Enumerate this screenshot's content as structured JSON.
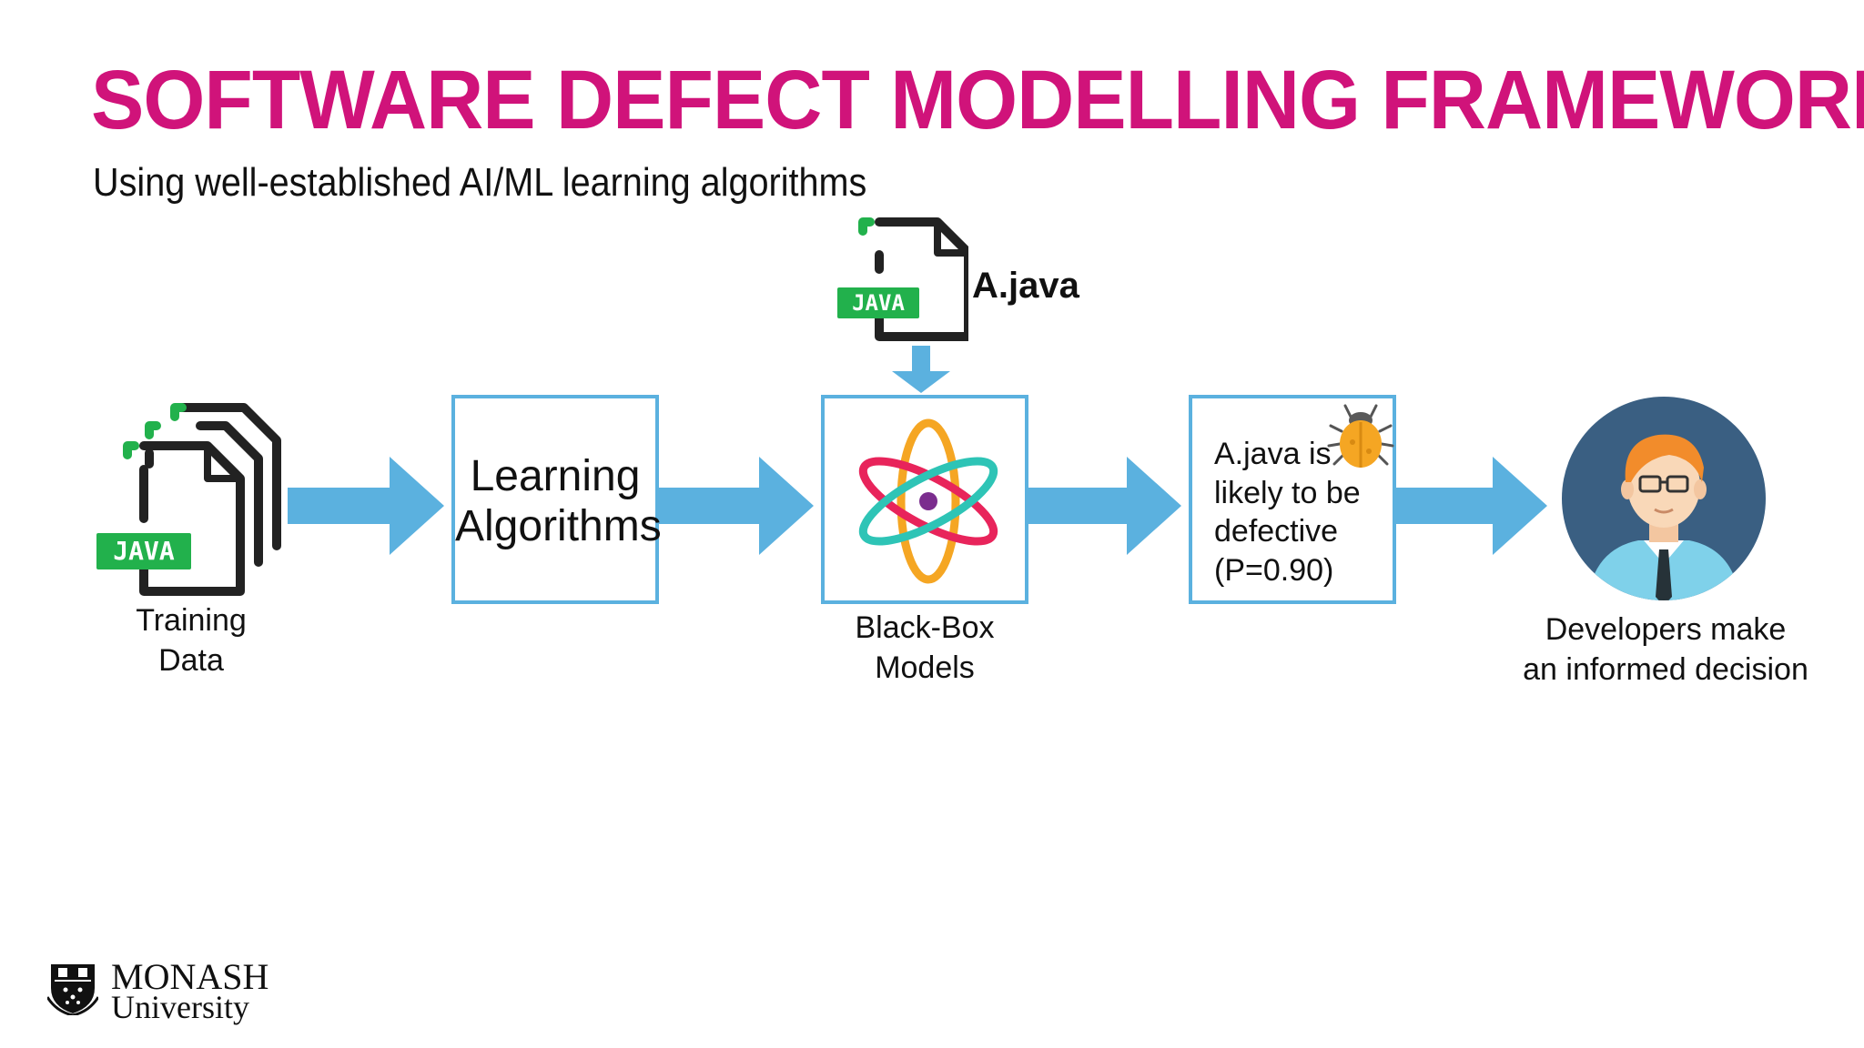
{
  "title": "SOFTWARE DEFECT MODELLING FRAMEWORK",
  "subtitle": "Using well-established AI/ML learning algorithms",
  "file": {
    "badge": "JAVA",
    "name": "A.java"
  },
  "training": {
    "badge": "JAVA",
    "label_line1": "Training",
    "label_line2": "Data"
  },
  "learning": {
    "line1": "Learning",
    "line2": "Algorithms"
  },
  "model": {
    "label_line1": "Black-Box",
    "label_line2": "Models"
  },
  "prediction": {
    "line1": "A.java is",
    "line2": "likely to be",
    "line3": "defective",
    "line4": "(P=0.90)"
  },
  "developer": {
    "label_line1": "Developers make",
    "label_line2": "an informed decision"
  },
  "logo": {
    "word1": "MONASH",
    "word2": "University"
  },
  "colors": {
    "title": "#d0137a",
    "arrow": "#5bb1df",
    "badge": "#22b14c",
    "developer_circle": "#3a5f82"
  }
}
